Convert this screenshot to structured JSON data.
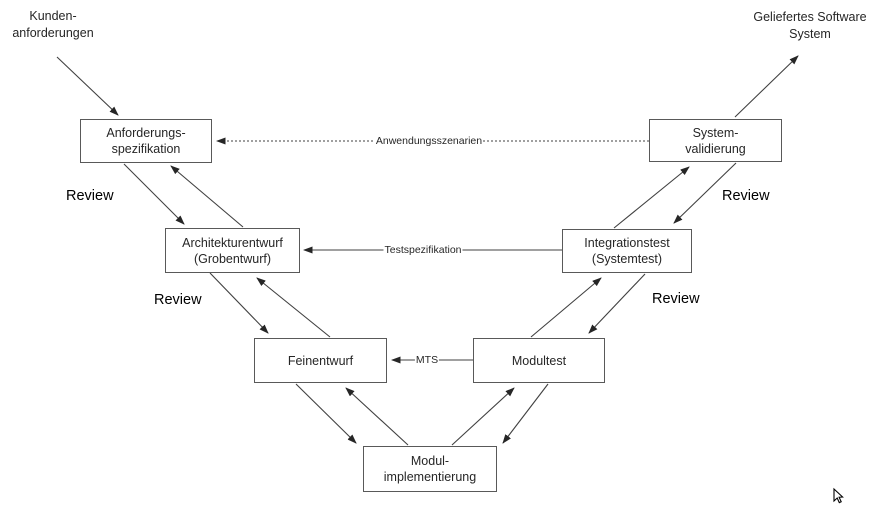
{
  "diagram": {
    "corner_labels": {
      "kunden": {
        "line1": "Kunden-",
        "line2": "anforderungen"
      },
      "geliefert": {
        "line1": "Geliefertes Software",
        "line2": "System"
      }
    },
    "boxes": {
      "anforderungsspezifikation": {
        "line1": "Anforderungs-",
        "line2": "spezifikation"
      },
      "systemvalidierung": {
        "line1": "System-",
        "line2": "validierung"
      },
      "architekturentwurf": {
        "line1": "Architekturentwurf",
        "line2": "(Grobentwurf)"
      },
      "integrationstest": {
        "line1": "Integrationstest",
        "line2": "(Systemtest)"
      },
      "feinentwurf": {
        "label": "Feinentwurf"
      },
      "modultest": {
        "label": "Modultest"
      },
      "modulimplementierung": {
        "line1": "Modul-",
        "line2": "implementierung"
      }
    },
    "connector_labels": {
      "anwendungsszenarien": "Anwendungsszenarien",
      "testspezifikation": "Testspezifikation",
      "mts": "MTS"
    },
    "review_labels": [
      "Review",
      "Review",
      "Review",
      "Review"
    ],
    "colors": {
      "background": "#ffffff",
      "box_border": "#595959",
      "line": "#404040",
      "arrowhead": "#262626",
      "text": "#262626",
      "review_text": "#000000"
    }
  }
}
